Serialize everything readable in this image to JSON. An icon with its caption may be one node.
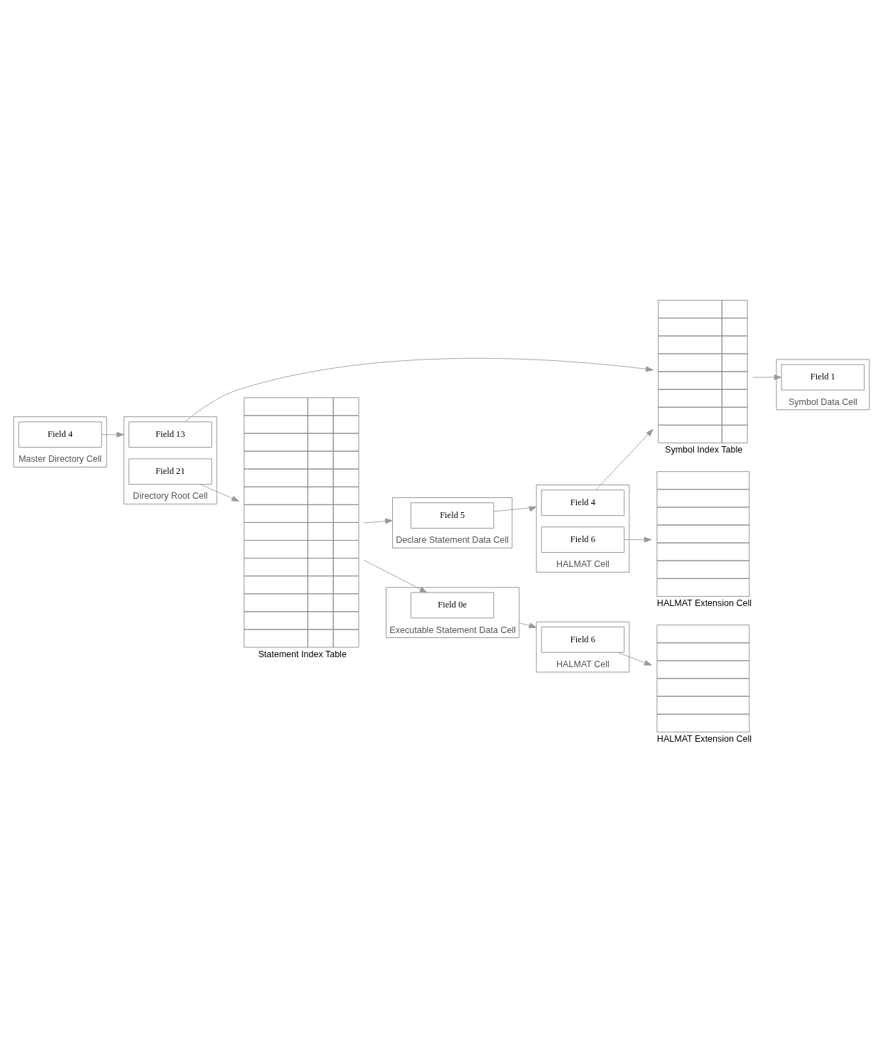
{
  "diagram": {
    "nodes": [
      {
        "text": [
          "Master Directory Cell"
        ]
      },
      {
        "text": [
          "Field 4"
        ],
        "in": 0
      },
      {
        "text": [
          "Directory Root Cell"
        ]
      },
      {
        "text": [
          "Field 13"
        ],
        "in": 2
      },
      {
        "text": [
          "Field 21"
        ],
        "in": 2
      },
      {
        "text": [
          "Symbol Index Table"
        ]
      },
      {
        "text": [
          "Symbol Data Cell"
        ]
      },
      {
        "text": [
          "Field 1"
        ],
        "in": 6
      },
      {
        "text": [
          "Statement Index Table"
        ]
      },
      {
        "text": [
          "Declare Statement Data Cell"
        ]
      },
      {
        "text": [
          "Field 5"
        ],
        "in": 9
      },
      {
        "text": [
          "HALMAT Cell"
        ]
      },
      {
        "text": [
          "Field 4"
        ],
        "in": 11
      },
      {
        "text": [
          "Field 6"
        ],
        "in": 11
      },
      {
        "text": [
          "HALMAT Extension Cell"
        ]
      },
      {
        "text": [
          "Executable Statement Data Cell"
        ]
      },
      {
        "text": [
          "Field 0e"
        ],
        "in": 15
      },
      {
        "text": [
          "HALMAT Cell"
        ]
      },
      {
        "text": [
          "Field 6"
        ],
        "in": 17
      },
      {
        "text": [
          "HALMAT Extension Cell"
        ]
      }
    ],
    "edges": [
      {
        "from": 1,
        "to": 2,
        "arrow": "to"
      },
      {
        "from": 3,
        "to": 5,
        "arrow": "to"
      },
      {
        "from": 4,
        "to": 8,
        "arrow": "to"
      },
      {
        "from": 5,
        "to": 7,
        "arrow": "to"
      },
      {
        "from": 8,
        "to": 9,
        "arrow": "to"
      },
      {
        "from": 8,
        "to": 16,
        "arrow": "to"
      },
      {
        "from": 10,
        "to": 11,
        "arrow": "to"
      },
      {
        "from": 12,
        "to": 5,
        "arrow": "to"
      },
      {
        "from": 13,
        "to": 14,
        "arrow": "to"
      },
      {
        "from": 15,
        "to": 17,
        "arrow": "to"
      },
      {
        "from": 18,
        "to": 19,
        "arrow": "to"
      }
    ]
  }
}
